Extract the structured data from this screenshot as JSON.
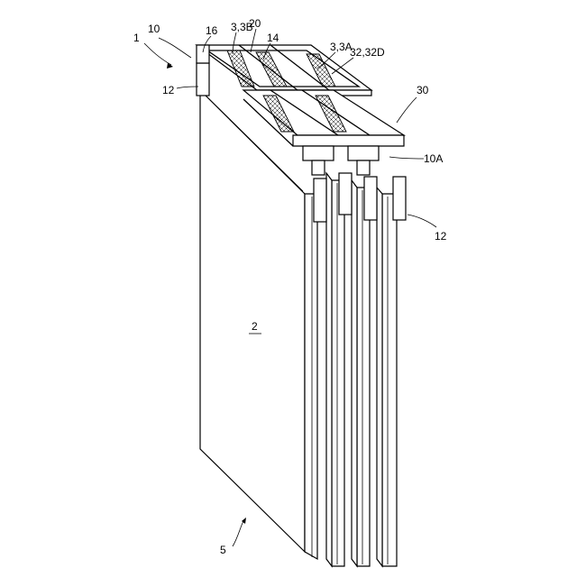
{
  "labels": {
    "l1": "1",
    "l10": "10",
    "l16": "16",
    "l3B": "3,3B",
    "l20": "20",
    "l14": "14",
    "l3A": "3,3A",
    "l32": "32,32D",
    "l12a": "12",
    "l30": "30",
    "l10A": "10A",
    "l12b": "12",
    "l2": "2",
    "l5": "5"
  }
}
